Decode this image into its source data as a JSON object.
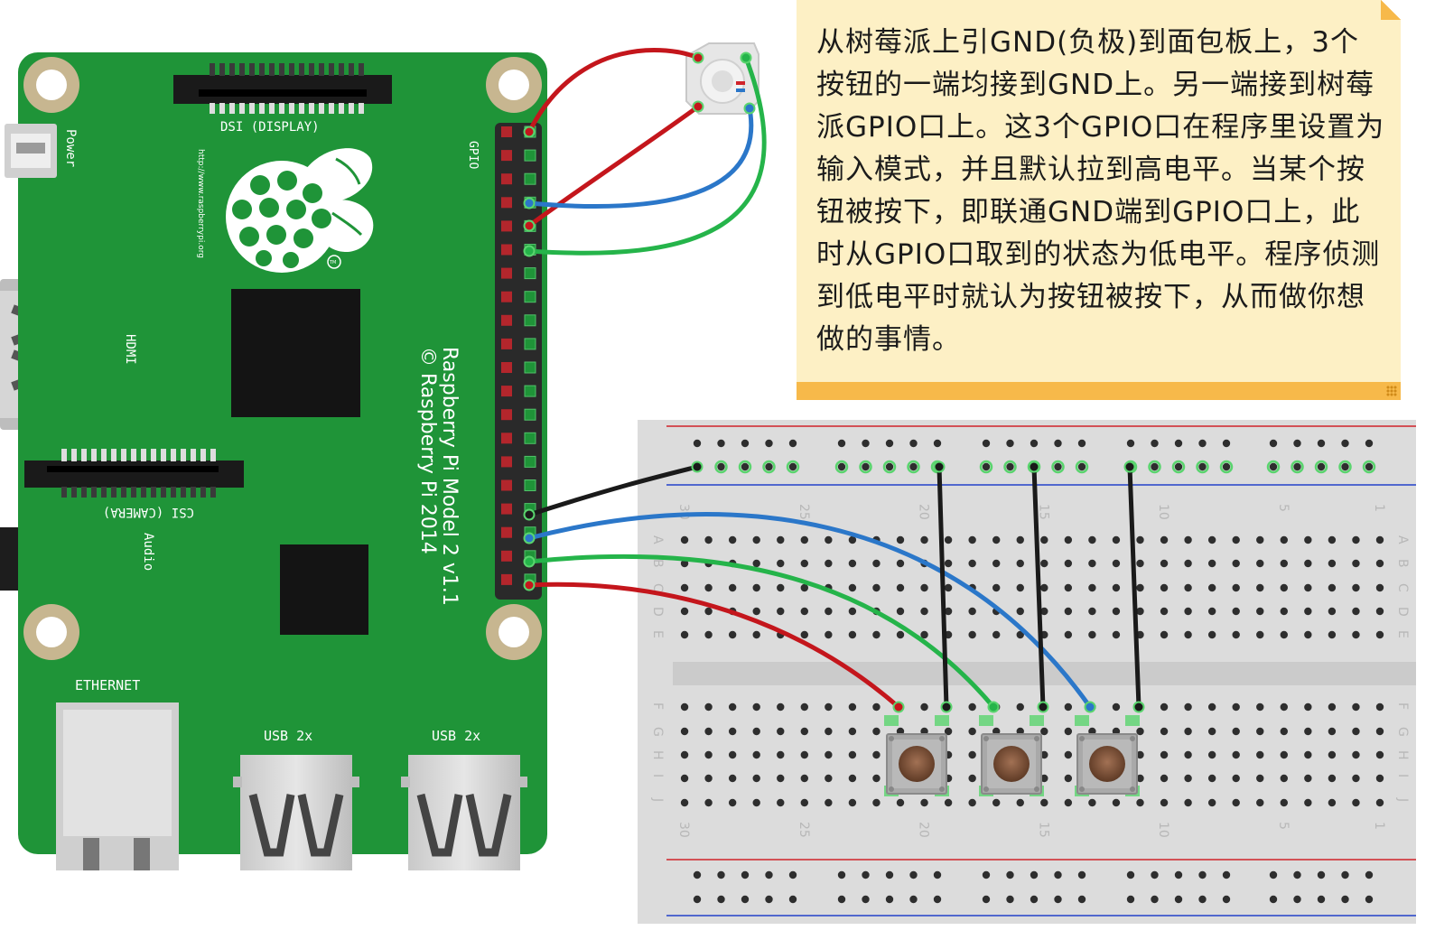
{
  "note": {
    "text": "从树莓派上引GND(负极)到面包板上，3个按钮的一端均接到GND上。另一端接到树莓派GPIO口上。这3个GPIO口在程序里设置为输入模式，并且默认拉到高电平。当某个按钮被按下，即联通GND端到GPIO口上，此时从GPIO口取到的状态为低电平。程序侦测到低电平时就认为按钮被按下，从而做你想做的事情。"
  },
  "pi": {
    "power_label": "Power",
    "dsi_label": "DSI (DISPLAY)",
    "url_label": "http://www.raspberrypi.org",
    "gpio_label": "GPIO",
    "hdmi_label": "HDMI",
    "model_label": "Raspberry Pi Model 2 v1.1",
    "copyright_label": "© Raspberry Pi 2014",
    "csi_label": "CSI (CAMERA)",
    "audio_label": "Audio",
    "ethernet_label": "ETHERNET",
    "usb_left_label": "USB 2x",
    "usb_right_label": "USB 2x",
    "tm_label": "TM"
  },
  "breadboard": {
    "column_numbers": [
      "30",
      "25",
      "20",
      "15",
      "10",
      "5",
      "1"
    ],
    "rows_top": [
      "A",
      "B",
      "C",
      "D",
      "E"
    ],
    "rows_bottom": [
      "F",
      "G",
      "H",
      "I",
      "J"
    ]
  },
  "wire_colors": {
    "red": "#c4161c",
    "green": "#25b44a",
    "blue": "#2b77c9",
    "black": "#1a1a1a"
  },
  "colors": {
    "pcb": "#1f9438",
    "note_bg": "#fdf0c5",
    "note_border": "#f7b94a"
  }
}
